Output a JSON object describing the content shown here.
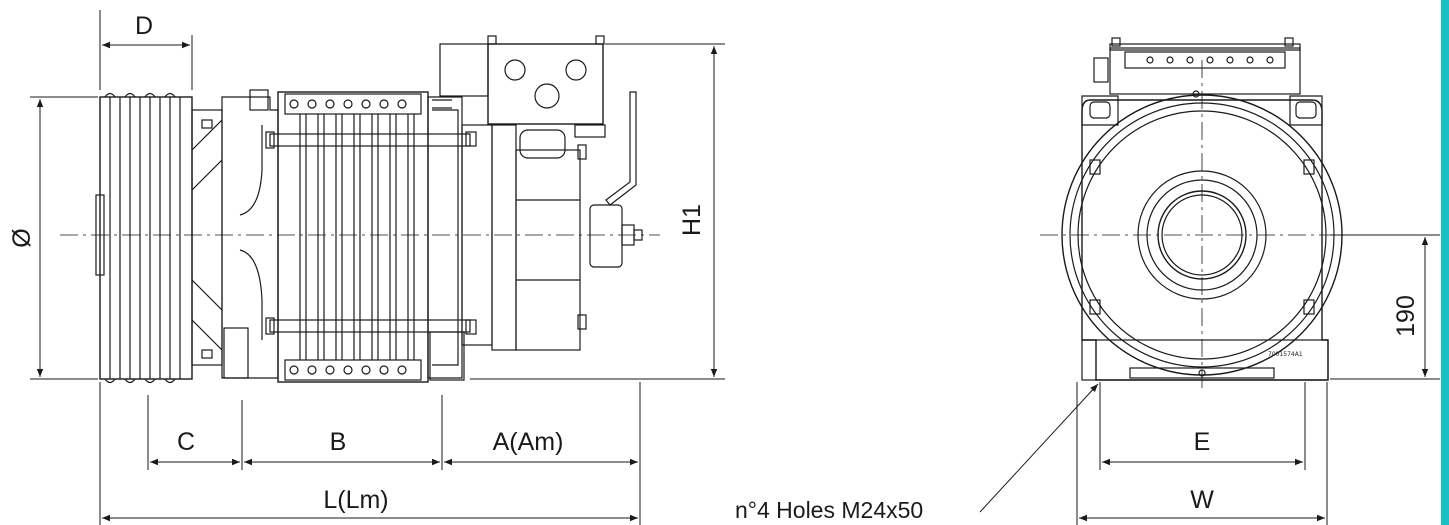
{
  "labels": {
    "d": "D",
    "diameter": "Ø",
    "h1": "H1",
    "c": "C",
    "b": "B",
    "a": "A(Am)",
    "l": "L(Lm)",
    "holes": "n°4 Holes M24x50",
    "e": "E",
    "w": "W",
    "h190": "190",
    "plate": "7001574A1"
  },
  "colors": {
    "line": "#1a1a1a",
    "accent": "#19c2c2"
  }
}
